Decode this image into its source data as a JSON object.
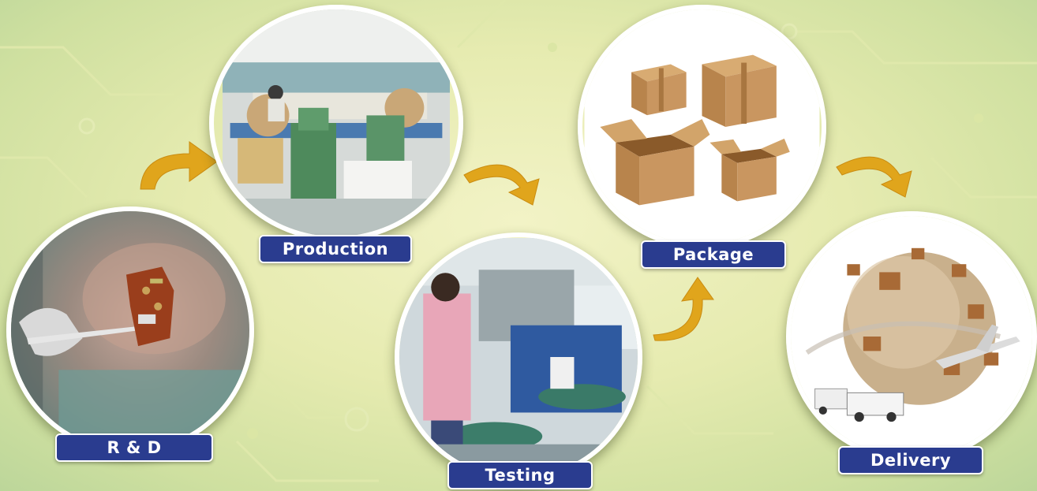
{
  "steps": [
    {
      "id": "rd",
      "label": "R & D"
    },
    {
      "id": "production",
      "label": "Production"
    },
    {
      "id": "testing",
      "label": "Testing"
    },
    {
      "id": "package",
      "label": "Package"
    },
    {
      "id": "delivery",
      "label": "Delivery"
    }
  ],
  "colors": {
    "label_bg": "#2a3c8f",
    "arrow": "#e0a51c"
  }
}
